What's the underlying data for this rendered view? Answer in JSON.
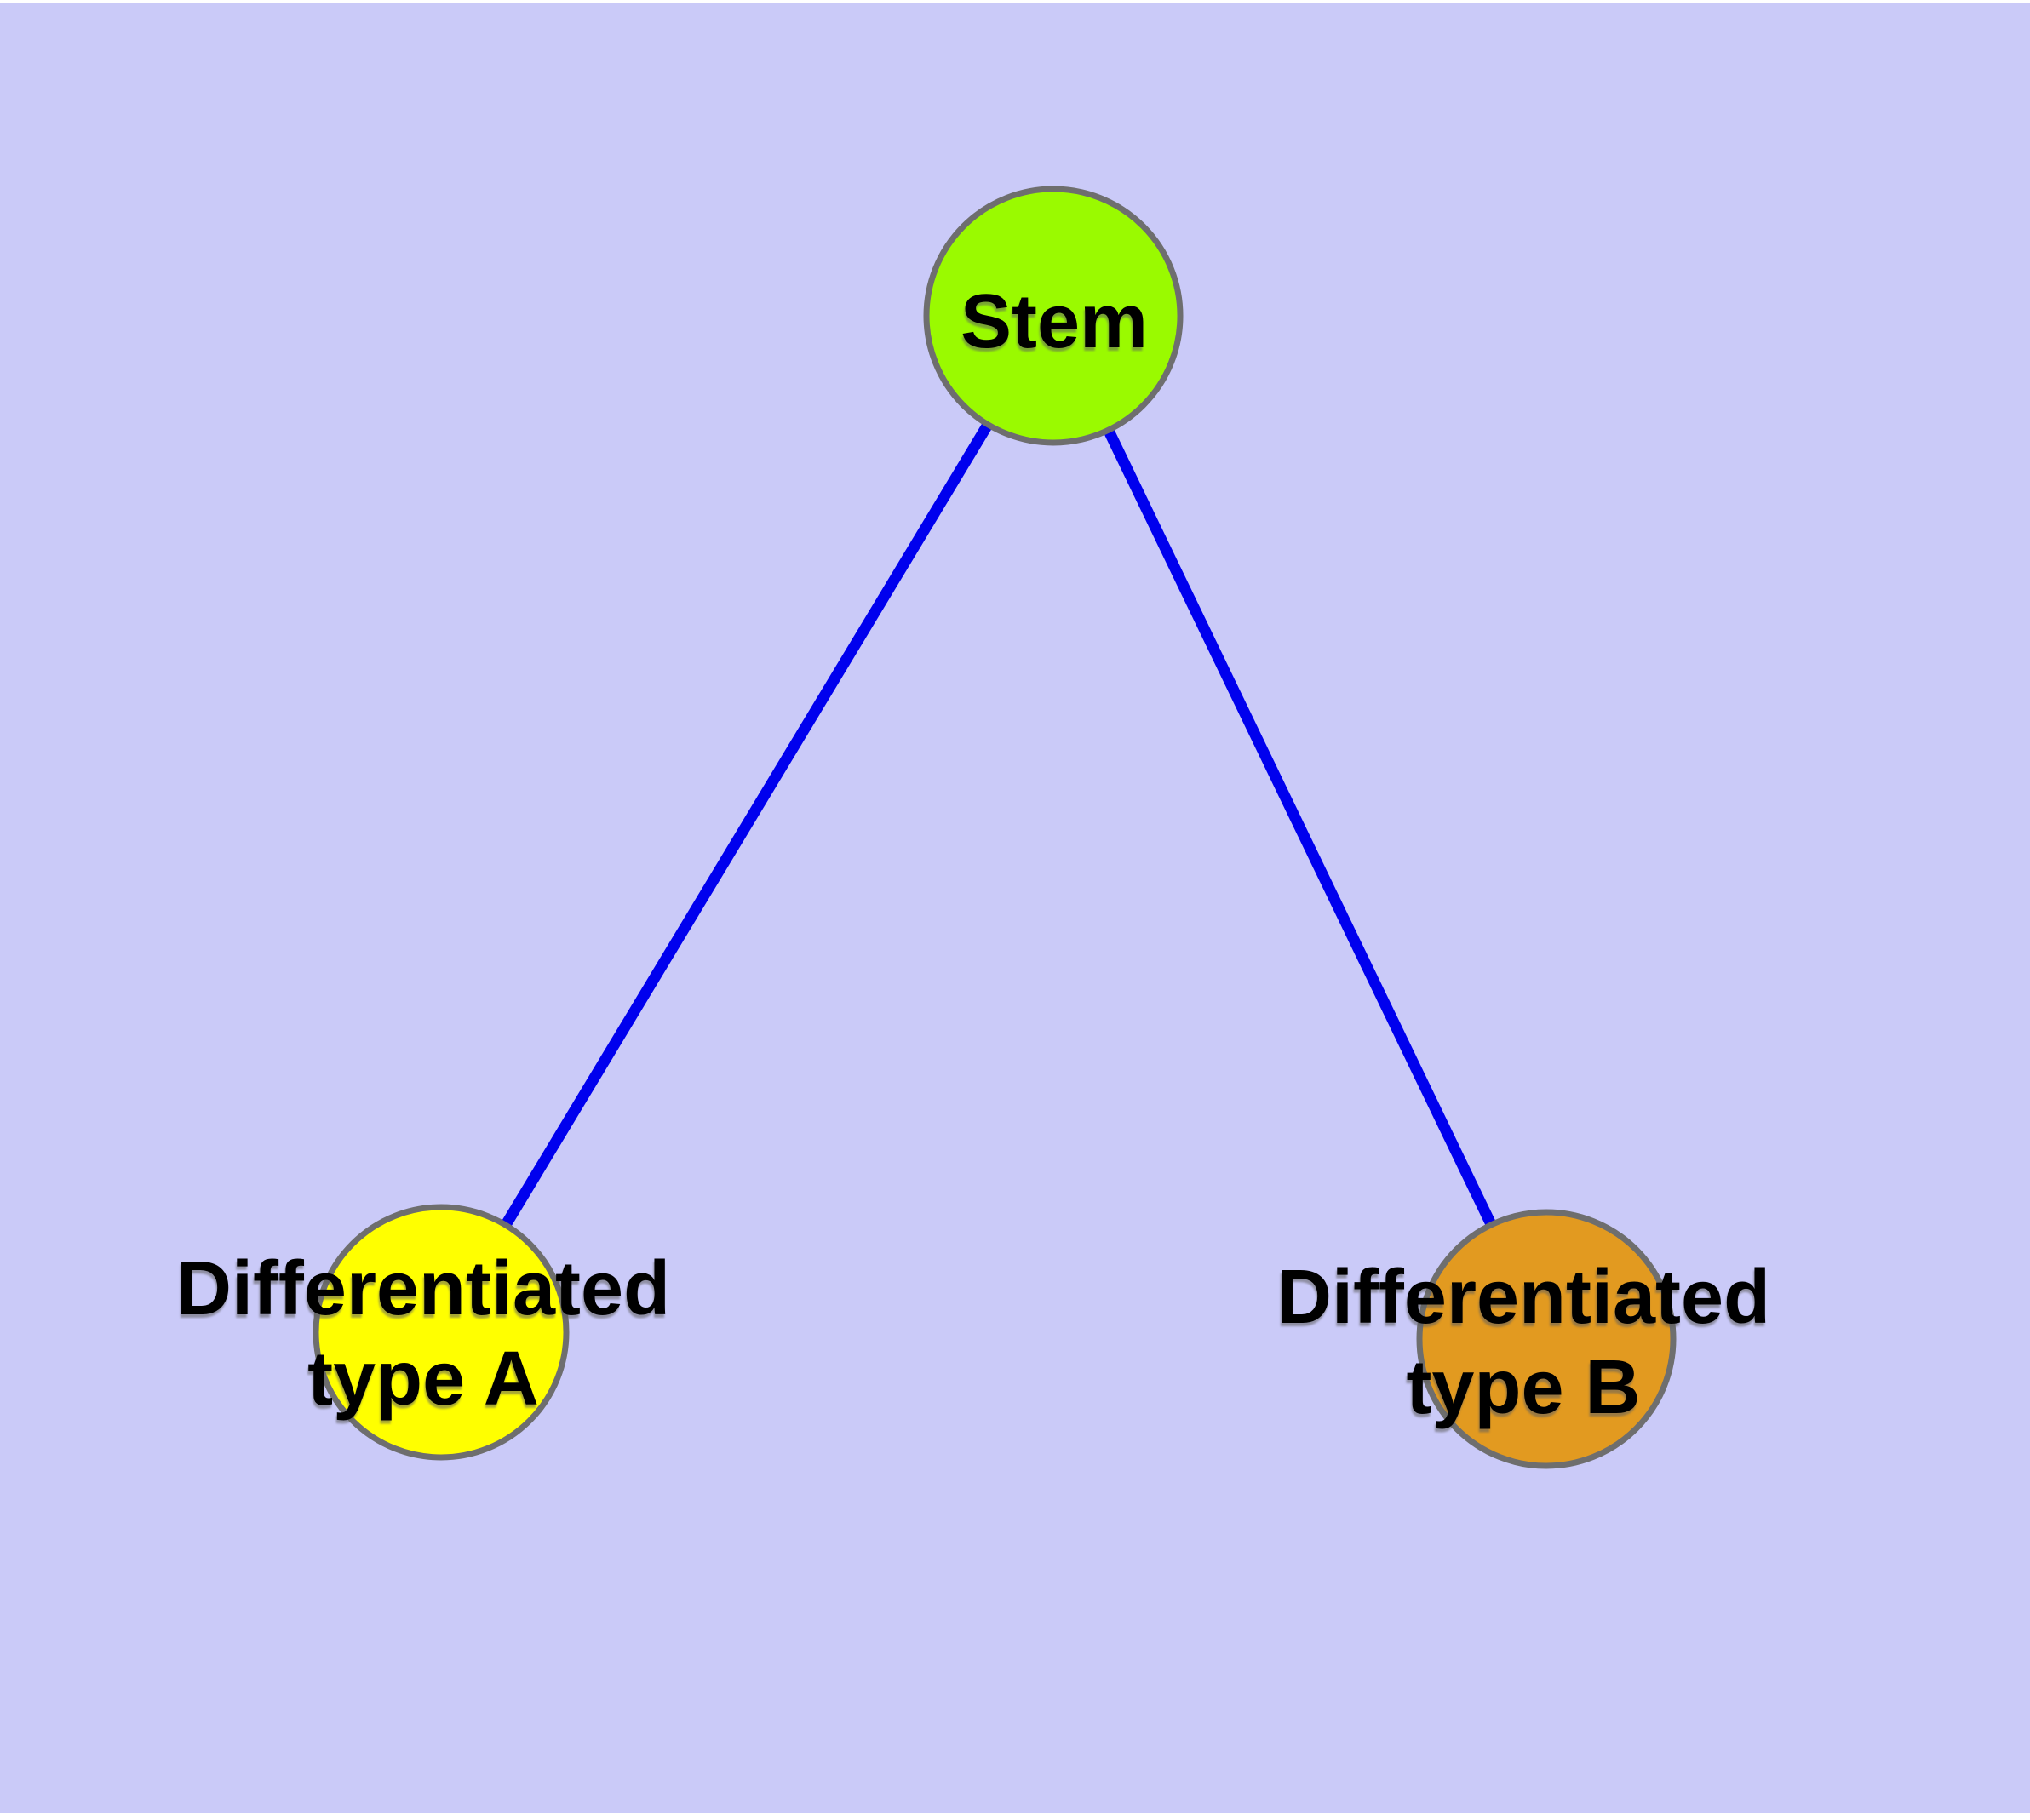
{
  "diagram": {
    "title": "",
    "background_color": "#CACAF8",
    "margin_color": "#FFFFFF",
    "edge_color": "#0000EE",
    "node_border_color": "#6E6E6E",
    "nodes": {
      "stem": {
        "label": "Stem",
        "fill": "#9AFA00"
      },
      "type_a": {
        "label_line1": "Differentiated",
        "label_line2": "type A",
        "fill": "#FFFF00"
      },
      "type_b": {
        "label_line1": "Differentiated",
        "label_line2": "type B",
        "fill": "#E29A20"
      }
    },
    "edges": [
      {
        "from": "Stem",
        "to": "Differentiated type A"
      },
      {
        "from": "Stem",
        "to": "Differentiated type B"
      }
    ]
  }
}
